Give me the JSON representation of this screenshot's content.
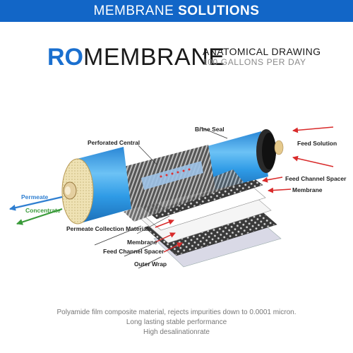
{
  "banner": {
    "part1": "MEMBRANE",
    "part2": " SOLUTIONS"
  },
  "title": {
    "ro": "RO",
    "membrane": "MEMBRANE",
    "drawing": "ANATOMICAL DRAWING",
    "capacity": "100 GALLONS PER DAY"
  },
  "labels": {
    "brine_seal": "Brine Seal",
    "feed_solution": "Feed Solution",
    "perforated_central": "Perforated Central",
    "feed_channel_spacer_right": "Feed Channel Spacer",
    "membrane_right": "Membrane",
    "permeate": "Permeate",
    "concentrate": "Concentrate",
    "permeate_collection": "Permeate Collection Material",
    "membrane_left": "Membrane",
    "feed_channel_spacer_left": "Feed Channel Spacer",
    "outer_wrap": "Outer Wrap"
  },
  "captions": [
    "Polyamide film composite material, rejects impurities down to 0.0001 micron.",
    "Long lasting stable performance",
    "High desalinationrate"
  ],
  "colors": {
    "banner": "#1266c7",
    "accent": "#1a6fcf",
    "cylinder": "#2f9be6",
    "arrow": "#d92b2b",
    "permeate_arrow": "#2f7fd1",
    "concentrate_arrow": "#3a9b3a"
  }
}
